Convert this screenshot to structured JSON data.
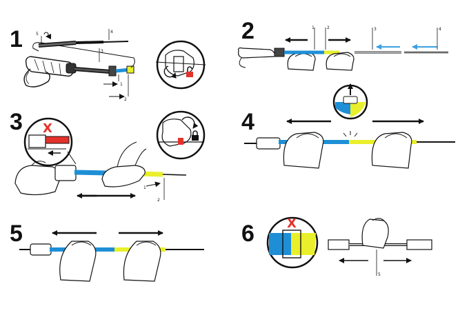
{
  "steps": [
    {
      "number": "1",
      "callouts": [
        "5",
        "4",
        "3",
        "1",
        "2"
      ]
    },
    {
      "number": "2",
      "callouts": [
        "1",
        "2",
        "3",
        "4"
      ]
    },
    {
      "number": "3",
      "callouts": [
        "1",
        "2"
      ]
    },
    {
      "number": "4",
      "callouts": []
    },
    {
      "number": "5",
      "callouts": []
    },
    {
      "number": "6",
      "callouts": [
        "5"
      ]
    }
  ],
  "marks": {
    "wrong": "X"
  },
  "colors": {
    "blue": "#1e8fd6",
    "yellow": "#e9ef2a",
    "red": "#e4322b",
    "ink": "#111111",
    "arrow_blue": "#3a9fe0"
  },
  "icons": [
    "rotate-icon",
    "lock-icon",
    "unlock-icon",
    "rotate-arrow-icon",
    "spark-icon"
  ]
}
